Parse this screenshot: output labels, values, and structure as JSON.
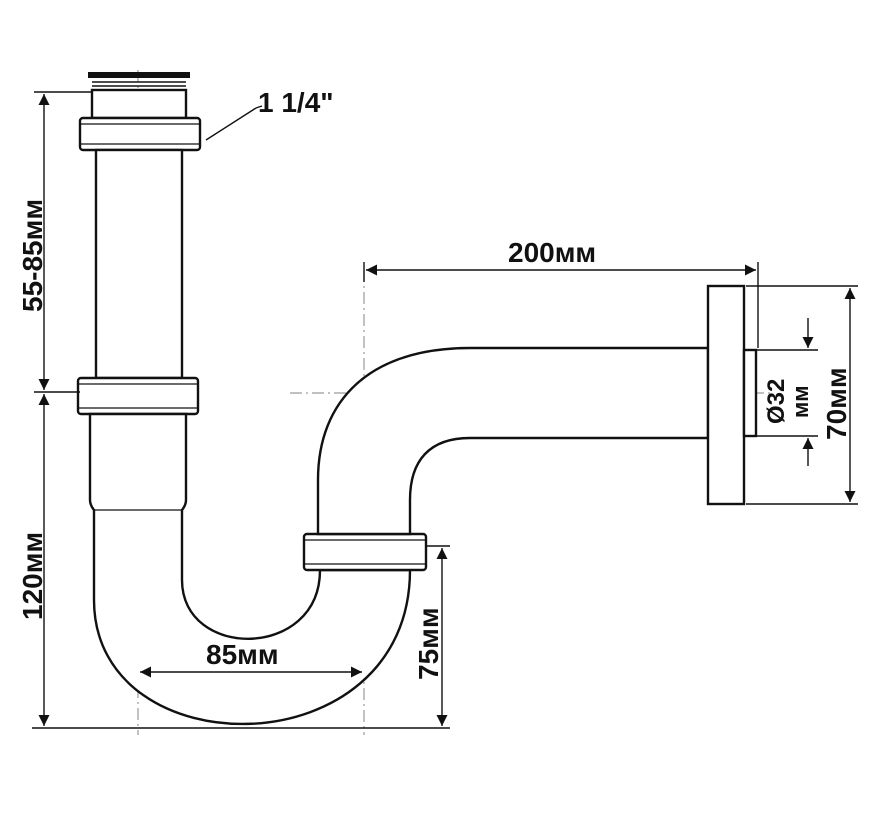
{
  "labels": {
    "thread_size": "1 1/4\"",
    "horizontal_length": "200мм",
    "outlet_diameter_line1": "Ø32",
    "outlet_diameter_line2": "мм",
    "flange_height": "70мм",
    "inlet_height": "55-85мм",
    "trap_height": "120мм",
    "trap_width": "85мм",
    "outlet_height": "75мм"
  },
  "colors": {
    "line": "#111111",
    "centerline": "#9a9a9a",
    "background": "#ffffff"
  }
}
